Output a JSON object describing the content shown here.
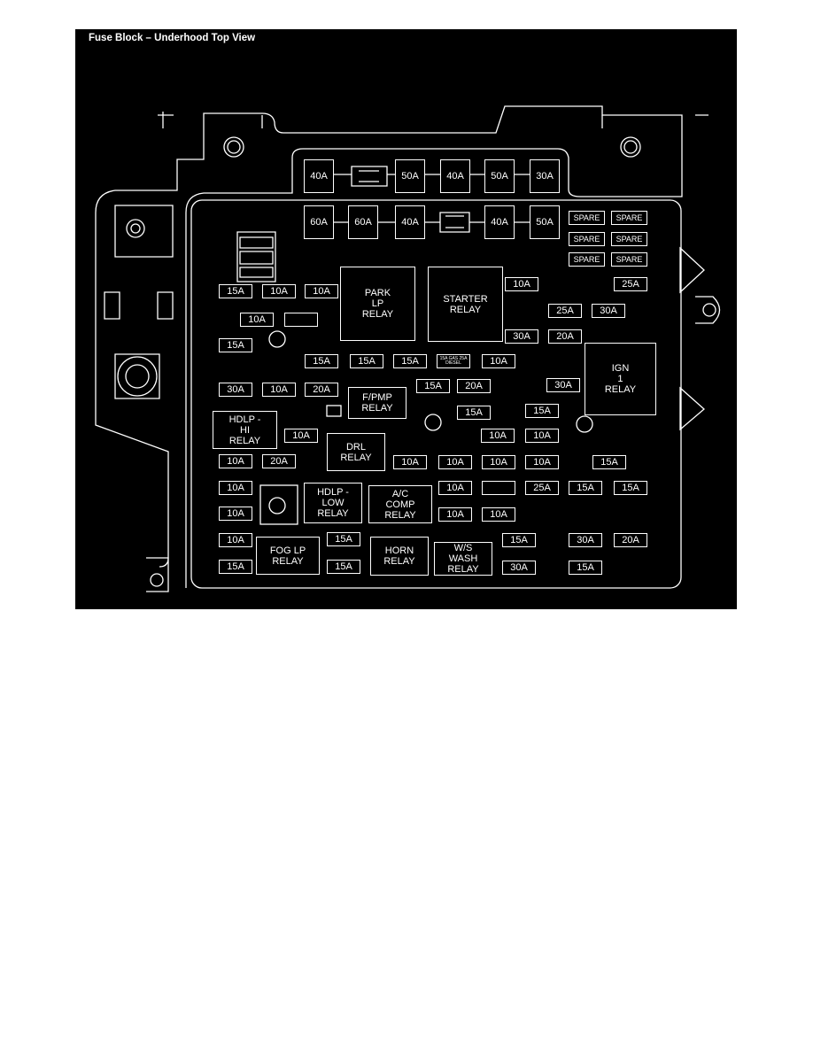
{
  "title": "Fuse Block – Underhood Top View",
  "colors": {
    "background": "#000000",
    "lines": "#ffffff"
  },
  "big_fuses": [
    "40A",
    "50A",
    "40A",
    "50A",
    "30A",
    "60A",
    "60A",
    "40A",
    "40A",
    "50A"
  ],
  "spares": [
    "SPARE",
    "SPARE",
    "SPARE",
    "SPARE",
    "SPARE",
    "SPARE"
  ],
  "fuses": [
    "15A",
    "10A",
    "10A",
    "10A",
    "",
    "15A",
    "10A",
    "25A",
    "25A",
    "30A",
    "30A",
    "20A",
    "15A",
    "15A",
    "15A",
    "15A GAS 25A DIESEL",
    "10A",
    "30A",
    "10A",
    "20A",
    "15A",
    "20A",
    "30A",
    "15A",
    "15A",
    "10A",
    "10A",
    "10A",
    "10A",
    "20A",
    "10A",
    "10A",
    "10A",
    "10A",
    "15A",
    "10A",
    "10A",
    "",
    "25A",
    "15A",
    "15A",
    "10A",
    "10A",
    "10A",
    "10A",
    "15A",
    "15A",
    "30A",
    "20A",
    "15A",
    "15A",
    "30A",
    "15A"
  ],
  "relays": [
    "PARK\nLP\nRELAY",
    "STARTER\nRELAY",
    "IGN\n1\nRELAY",
    "F/PMP\nRELAY",
    "HDLP -\nHI\nRELAY",
    "DRL\nRELAY",
    "HDLP -\nLOW\nRELAY",
    "A/C\nCOMP\nRELAY",
    "FOG LP\nRELAY",
    "HORN\nRELAY",
    "W/S\nWASH\nRELAY",
    ""
  ]
}
